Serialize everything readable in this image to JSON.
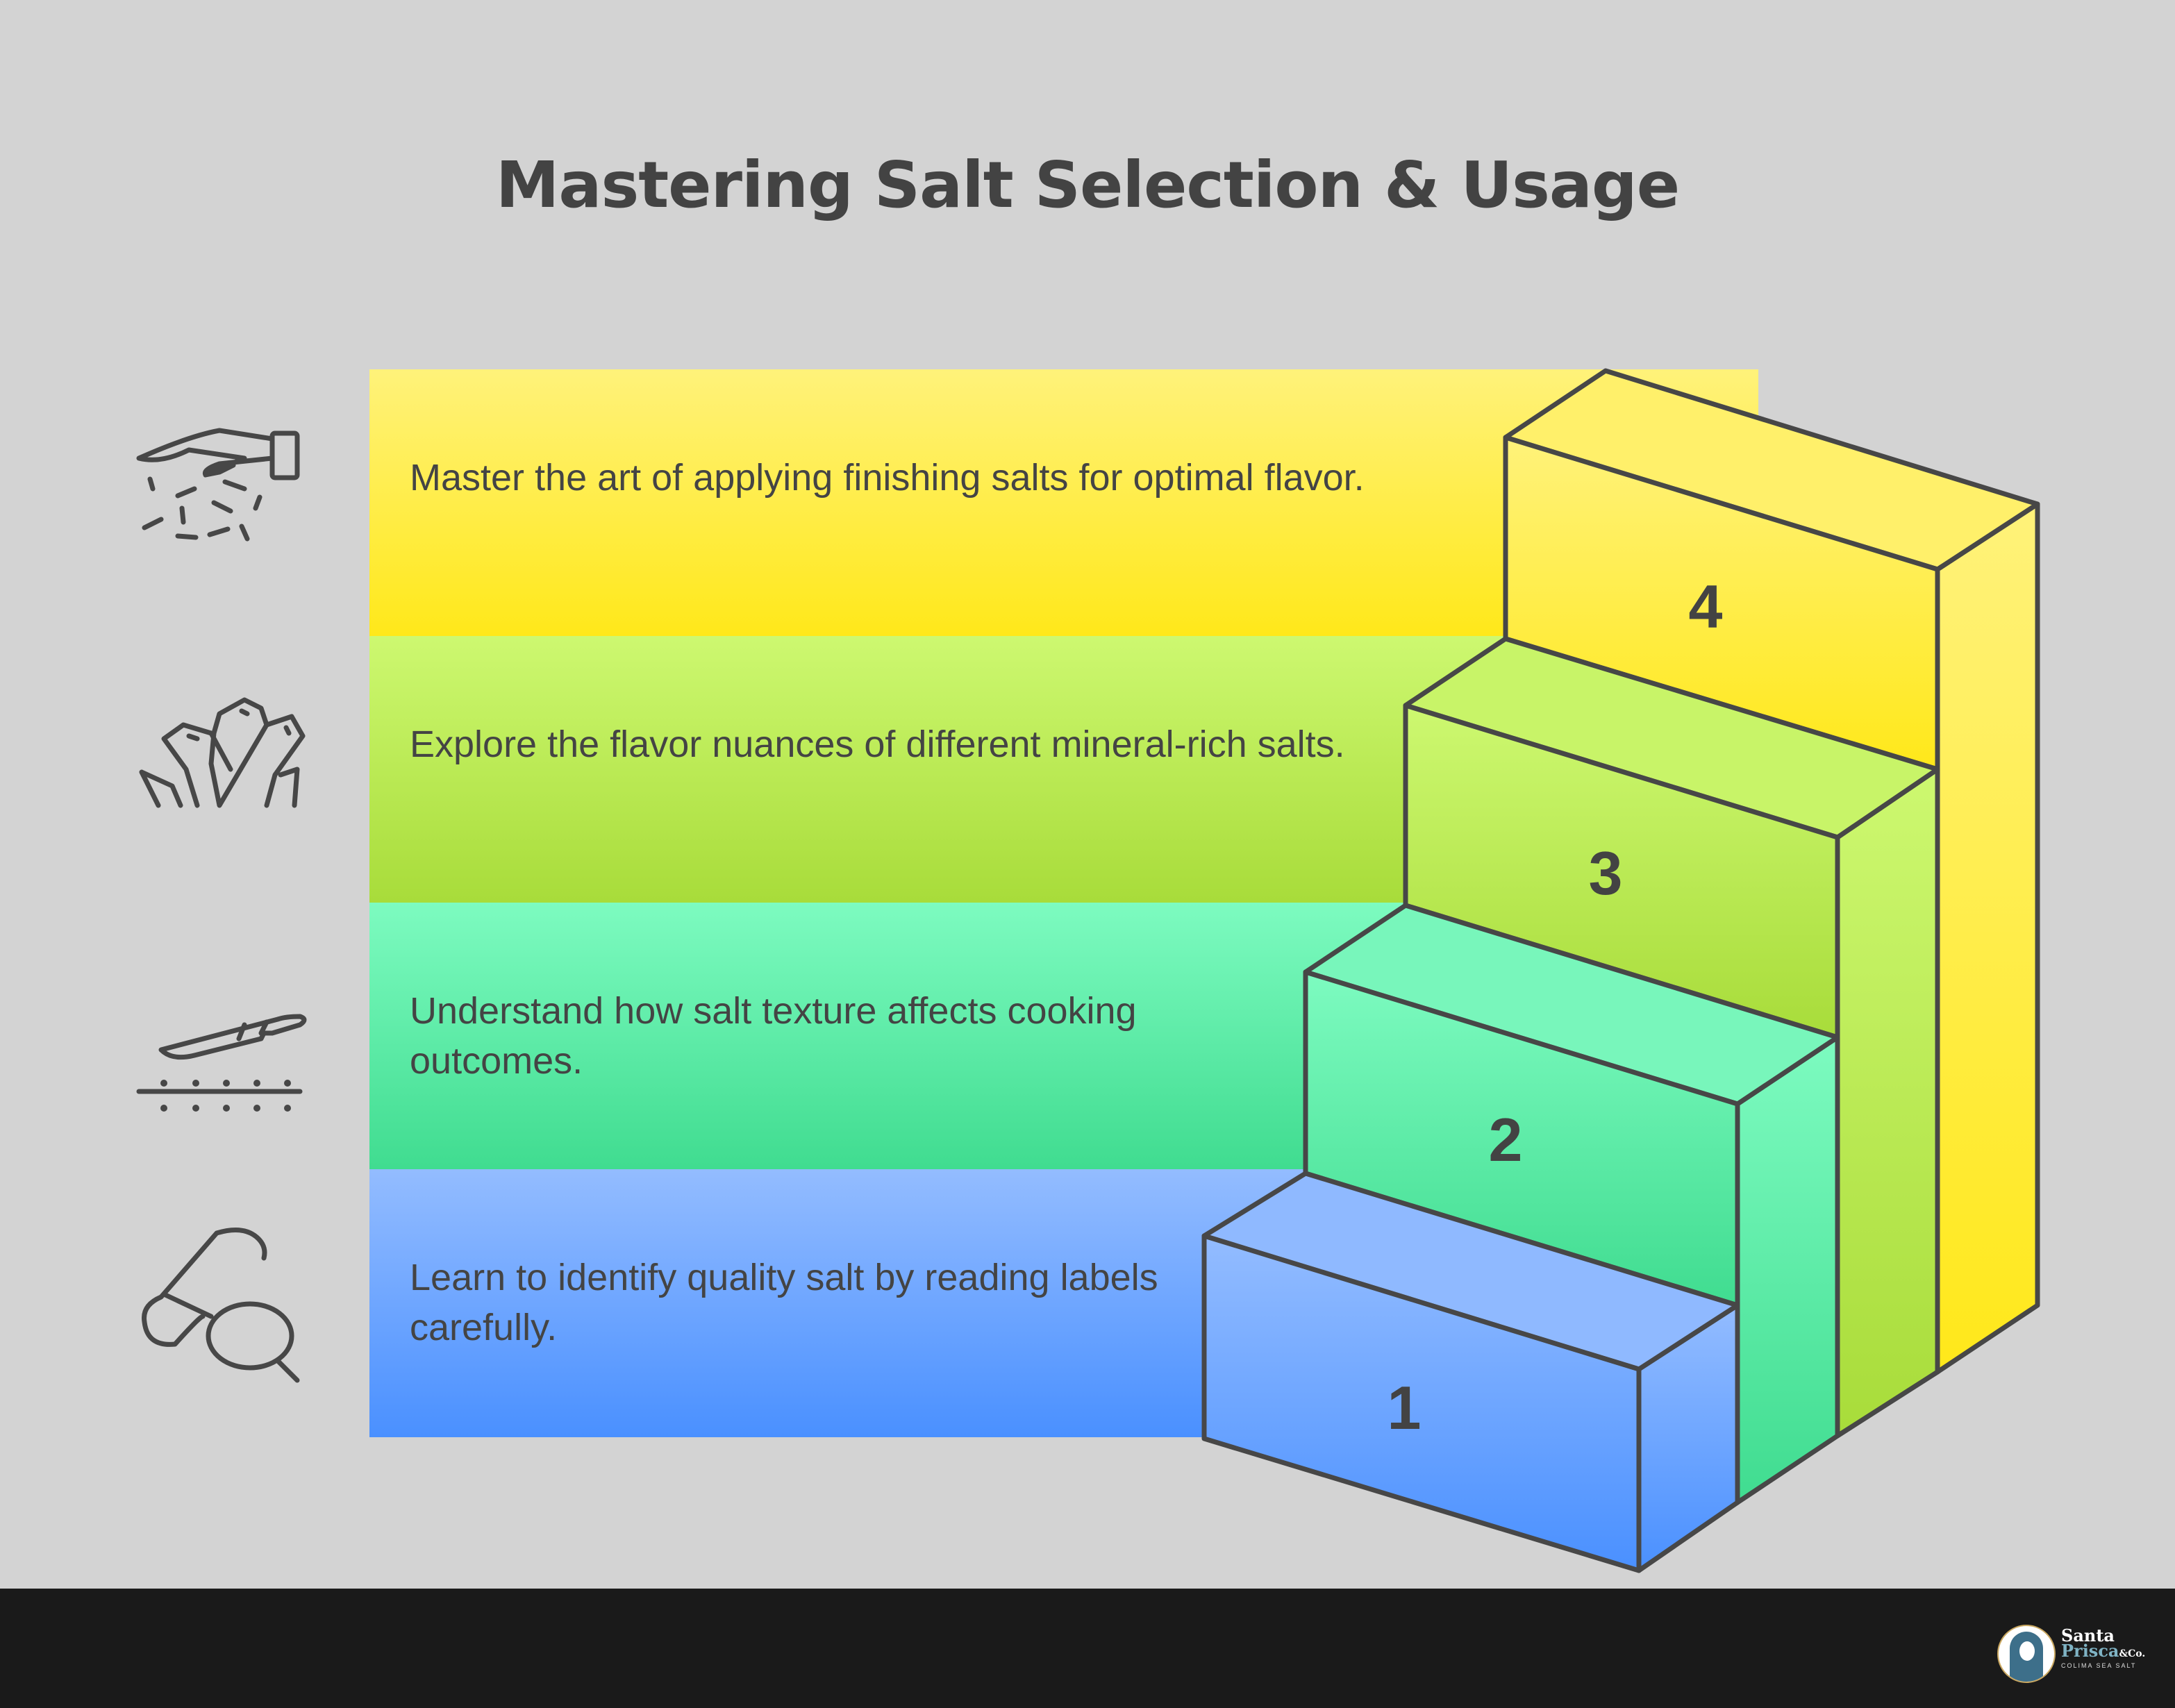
{
  "title": "Mastering Salt Selection & Usage",
  "steps": [
    {
      "number": "1",
      "text": "Learn to identify quality salt by reading labels carefully.",
      "icon": "pill-magnifier-icon",
      "color_top": "#93bcff",
      "color_bottom": "#4a90ff"
    },
    {
      "number": "2",
      "text": "Understand how salt texture affects cooking outcomes.",
      "icon": "knife-cutting-icon",
      "color_top": "#7dfbc0",
      "color_bottom": "#40dc90"
    },
    {
      "number": "3",
      "text": "Explore the flavor nuances of different mineral-rich salts.",
      "icon": "crystals-icon",
      "color_top": "#cdf870",
      "color_bottom": "#a8dc3a"
    },
    {
      "number": "4",
      "text": "Master the art of applying finishing salts for optimal flavor.",
      "icon": "hand-sprinkling-icon",
      "color_top": "#fff27a",
      "color_bottom": "#ffe81a"
    }
  ],
  "footer": {
    "logo": {
      "line1": "Santa",
      "line2": "Prisca",
      "suffix": "&Co.",
      "tagline": "COLIMA SEA SALT"
    }
  }
}
